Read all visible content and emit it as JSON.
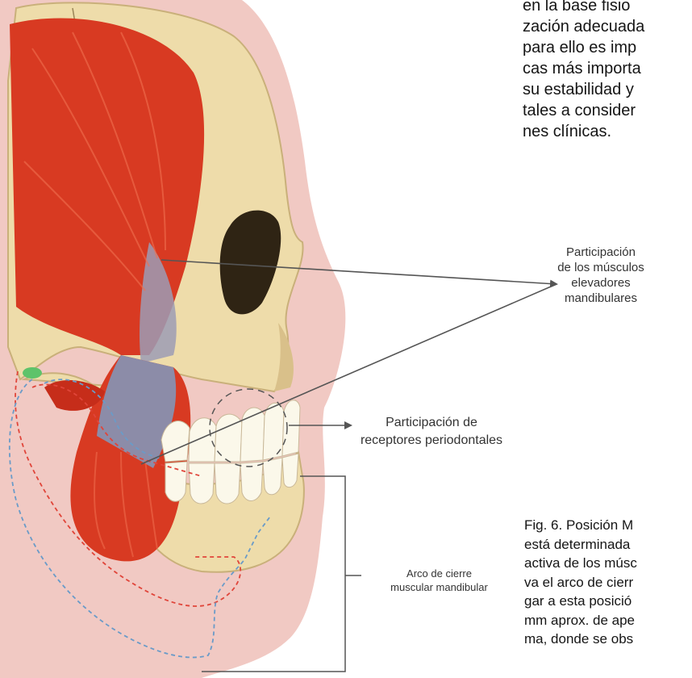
{
  "body_text": {
    "lines": [
      "en la base fisio",
      "zación adecuada",
      "para ello es imp",
      "cas más importa",
      "su estabilidad y",
      "tales a consider",
      "nes clínicas."
    ]
  },
  "labels": {
    "elevator_muscles": [
      "Participación",
      "de los músculos",
      "elevadores",
      "mandibulares"
    ],
    "periodontal_receptors": [
      "Participación de",
      "receptores periodontales"
    ],
    "closing_arc": [
      "Arco de cierre",
      "muscular mandibular"
    ]
  },
  "caption": {
    "lines": [
      "Fig. 6. Posición M",
      "está determinada",
      "activa de los músc",
      "va el arco de cierr",
      "gar a esta posició",
      "mm aprox. de ape",
      "ma, donde se obs"
    ]
  },
  "colors": {
    "skin": "#f1c9c3",
    "bone": "#eedcaa",
    "muscle": "#d83a22",
    "tendon": "#8c8ca8",
    "arrow": "#555555",
    "red_path": "#e0453a",
    "blue_path": "#6a9bc8",
    "disc": "#5ec36a"
  }
}
